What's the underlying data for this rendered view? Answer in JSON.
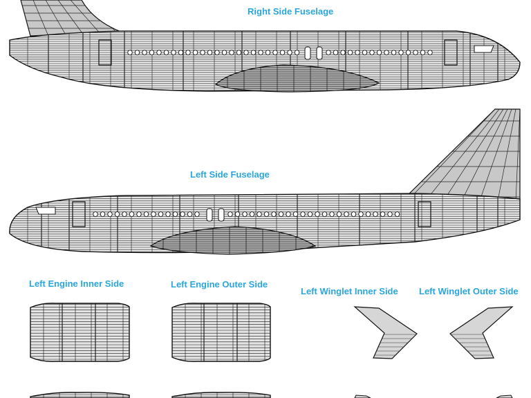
{
  "labels": {
    "right_fuselage": "Right Side Fuselage",
    "left_fuselage": "Left Side Fuselage",
    "engine_inner": "Left Engine Inner Side",
    "engine_outer": "Left Engine Outer Side",
    "winglet_inner": "Left Winglet Inner Side",
    "winglet_outer": "Left Winglet Outer Side"
  },
  "colors": {
    "label": "#2ba6dd",
    "wire": "#111111",
    "panel_fill": "#d6d6d6",
    "tail_fill": "#c8c8c8",
    "background": "#ffffff"
  }
}
